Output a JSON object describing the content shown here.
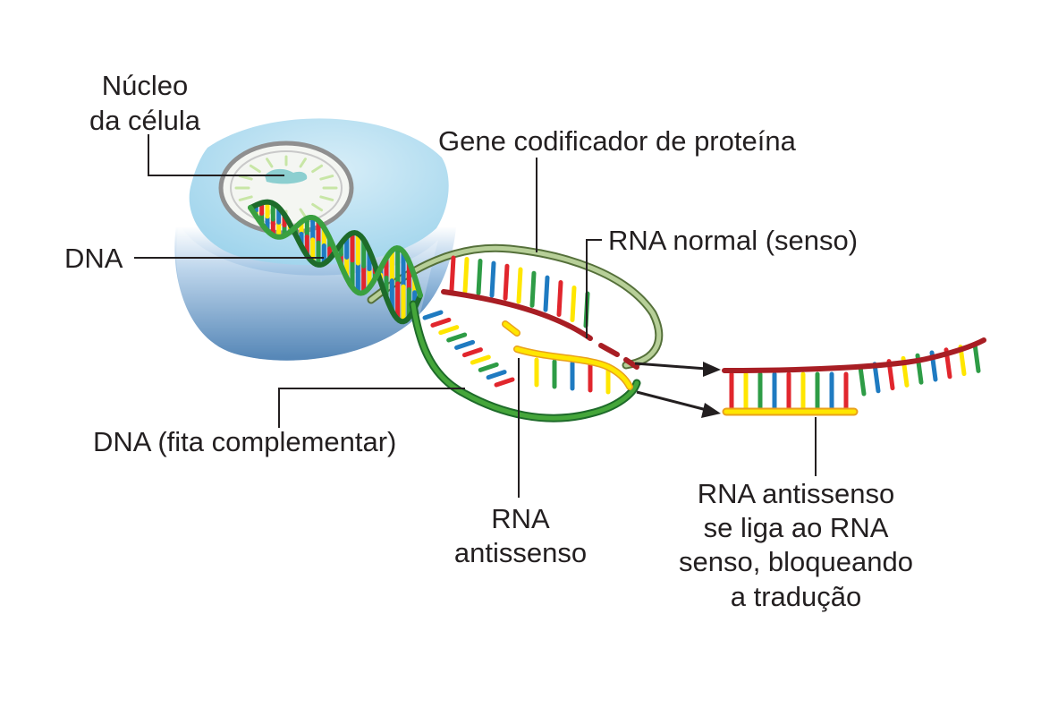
{
  "labels": {
    "nucleus_line1": "Núcleo",
    "nucleus_line2": "da célula",
    "dna": "DNA",
    "gene": "Gene codificador de proteína",
    "rna_sense": "RNA normal (senso)",
    "dna_complement": "DNA (fita complementar)",
    "antisense_line1": "RNA",
    "antisense_line2": "antissenso",
    "binding_line1": "RNA antissenso",
    "binding_line2": "se liga ao RNA",
    "binding_line3": "senso, bloqueando",
    "binding_line4": "a tradução"
  },
  "colors": {
    "dna_strand": "#3a9a3a",
    "sense_rna": "#c2272d",
    "antisense_rna": "#ffe600",
    "base_red": "#e1262d",
    "base_yellow": "#ffe600",
    "base_green": "#2e9c46",
    "base_blue": "#1f7bc1",
    "cell_light": "#bfe3f2",
    "cell_dark": "#1b5d9e",
    "gene_bubble": "#8aa46a"
  }
}
